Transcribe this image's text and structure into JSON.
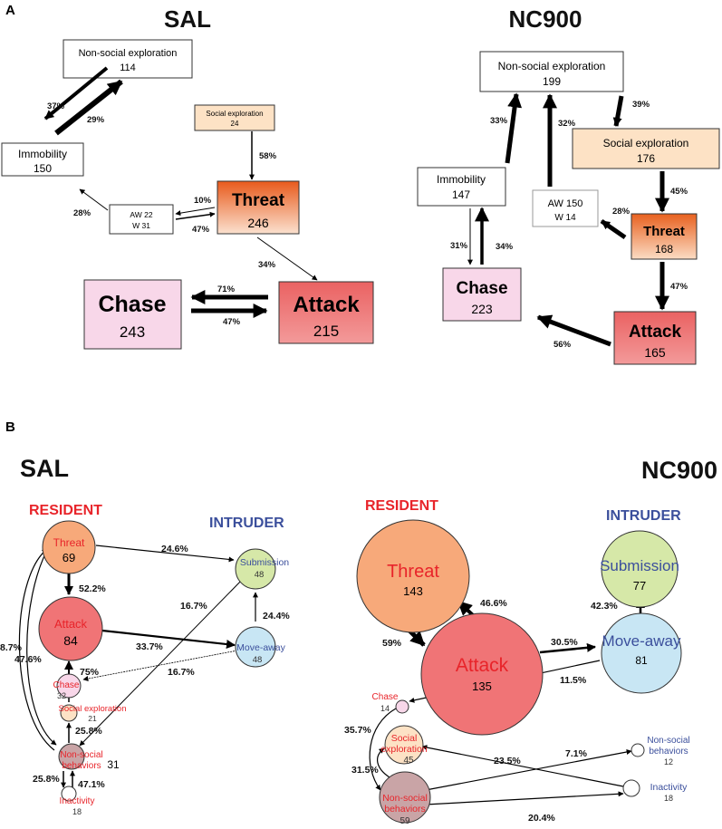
{
  "panel_a": {
    "label": "A",
    "sal": {
      "title": "SAL",
      "nodes": {
        "nonsocial": {
          "name": "Non-social exploration",
          "count": "114"
        },
        "social": {
          "name": "Social exploration",
          "count": "24"
        },
        "immobility": {
          "name": "Immobility",
          "count": "150"
        },
        "aw": {
          "line1": "AW 22",
          "line2": "W 31"
        },
        "threat": {
          "name": "Threat",
          "count": "246"
        },
        "chase": {
          "name": "Chase",
          "count": "243"
        },
        "attack": {
          "name": "Attack",
          "count": "215"
        }
      },
      "edges": {
        "imm_to_ns": "37%",
        "ns_to_imm": "29%",
        "soc_to_threat": "58%",
        "aw_to_threat": "10%",
        "threat_to_aw": "47%",
        "aw_to_imm": "28%",
        "threat_to_attack": "34%",
        "attack_to_chase": "71%",
        "chase_to_attack": "47%"
      }
    },
    "nc900": {
      "title": "NC900",
      "nodes": {
        "nonsocial": {
          "name": "Non-social exploration",
          "count": "199"
        },
        "social": {
          "name": "Social exploration",
          "count": "176"
        },
        "immobility": {
          "name": "Immobility",
          "count": "147"
        },
        "aw": {
          "line1": "AW 150",
          "line2": "W 14"
        },
        "threat": {
          "name": "Threat",
          "count": "168"
        },
        "chase": {
          "name": "Chase",
          "count": "223"
        },
        "attack": {
          "name": "Attack",
          "count": "165"
        }
      },
      "edges": {
        "imm_to_ns": "33%",
        "aw_to_ns": "32%",
        "ns_to_soc": "39%",
        "soc_to_threat": "45%",
        "threat_to_aw": "28%",
        "imm_to_chase": "31%",
        "chase_to_imm": "34%",
        "threat_to_attack": "47%",
        "attack_to_chase": "56%"
      }
    }
  },
  "panel_b": {
    "label": "B",
    "sal": {
      "title": "SAL",
      "resident": "RESIDENT",
      "intruder": "INTRUDER",
      "nodes": {
        "threat": {
          "name": "Threat",
          "count": "69"
        },
        "attack": {
          "name": "Attack",
          "count": "84"
        },
        "chase": {
          "name": "Chase",
          "count": "32"
        },
        "social": {
          "name": "Social exploration",
          "count": "21"
        },
        "nonsocial": {
          "name1": "Non-social",
          "name2": "behaviors",
          "count": "31"
        },
        "inactivity": {
          "name": "Inactivity",
          "count": "18"
        },
        "submission": {
          "name": "Submission",
          "count": "48"
        },
        "moveaway": {
          "name": "Move-away",
          "count": "48"
        }
      },
      "edges": {
        "threat_to_sub": "24.6%",
        "threat_to_attack": "52.2%",
        "sub_to_ns": "16.7%",
        "move_to_sub": "24.4%",
        "attack_to_move": "33.7%",
        "move_to_chase": "16.7%",
        "chase_to_attack": "75%",
        "soc_to_chase": "25.8%",
        "ns_to_threat_a": "8.7%",
        "ns_to_threat_b": "47.6%",
        "ns_to_inact": "25.8%",
        "inact_to_ns": "47.1%"
      }
    },
    "nc900": {
      "title": "NC900",
      "resident": "RESIDENT",
      "intruder": "INTRUDER",
      "nodes": {
        "threat": {
          "name": "Threat",
          "count": "143"
        },
        "attack": {
          "name": "Attack",
          "count": "135"
        },
        "chase": {
          "name": "Chase",
          "count": "14"
        },
        "social": {
          "name1": "Social",
          "name2": "exploration",
          "count": "45"
        },
        "nonsocial": {
          "name1": "Non-social",
          "name2": "behaviors",
          "count": "59"
        },
        "submission": {
          "name": "Submission",
          "count": "77"
        },
        "moveaway": {
          "name": "Move-away",
          "count": "81"
        },
        "ns_intruder": {
          "name1": "Non-social",
          "name2": "behaviors",
          "count": "12"
        },
        "inactivity": {
          "name": "Inactivity",
          "count": "18"
        }
      },
      "edges": {
        "attack_to_threat": "46.6%",
        "threat_to_attack": "59%",
        "attack_to_move": "30.5%",
        "move_to_sub": "42.3%",
        "move_to_chase": "11.5%",
        "chase_to_ns": "35.7%",
        "ns_to_soc": "31.5%",
        "inact_to_soc": "23.5%",
        "ns_to_nsi": "7.1%",
        "ns_to_inact": "20.4%"
      }
    }
  },
  "colors": {
    "resident_label": "#e8242a",
    "intruder_label": "#3b4f9c"
  }
}
